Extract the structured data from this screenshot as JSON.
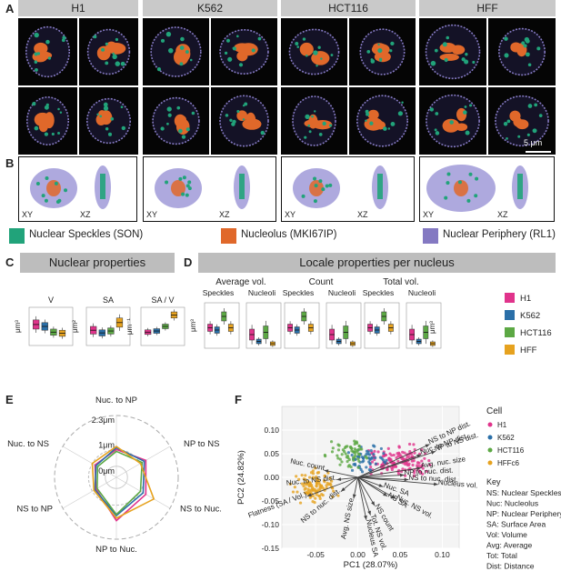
{
  "panels": {
    "a": "A",
    "b": "B",
    "c": "C",
    "d": "D",
    "e": "E",
    "f": "F"
  },
  "cells": [
    "H1",
    "K562",
    "HCT116",
    "HFF"
  ],
  "scale_bar": "5 μm",
  "views": {
    "xy": "XY",
    "xz": "XZ"
  },
  "legend": [
    {
      "label": "Nuclear Speckles (SON)",
      "color": "#21a37a"
    },
    {
      "label": "Nucleolus (MKI67IP)",
      "color": "#e0682a"
    },
    {
      "label": "Nuclear Periphery (RL1)",
      "color": "#8479c2"
    }
  ],
  "section_c": {
    "title": "Nuclear properties",
    "plots": [
      "V",
      "SA",
      "SA / V"
    ],
    "units": [
      "μm³",
      "μm²",
      "μm⁻¹"
    ]
  },
  "section_d": {
    "title": "Locale properties per nucleus",
    "groups": [
      "Average vol.",
      "Count",
      "Total vol."
    ],
    "subs": [
      "Speckles",
      "Nucleoli"
    ],
    "unit_avg": "μm³",
    "unit_tot": "μm³"
  },
  "cell_legend": [
    {
      "label": "H1",
      "color": "#e0338b"
    },
    {
      "label": "K562",
      "color": "#2a6fa8"
    },
    {
      "label": "HCT116",
      "color": "#5ca844"
    },
    {
      "label": "HFF",
      "color": "#e6a21f"
    }
  ],
  "radar": {
    "axes": [
      "Nuc. to NP",
      "NP to NS",
      "NS to Nuc.",
      "NP to Nuc.",
      "NS to NP",
      "Nuc. to NS"
    ],
    "ring_labels": [
      "2.3μm",
      "1μm",
      "0μm"
    ],
    "series": [
      {
        "name": "H1",
        "values": [
          0.45,
          0.55,
          0.55,
          0.7,
          0.38,
          0.4
        ]
      },
      {
        "name": "K562",
        "values": [
          0.48,
          0.52,
          0.5,
          0.62,
          0.4,
          0.38
        ]
      },
      {
        "name": "HCT116",
        "values": [
          0.42,
          0.48,
          0.45,
          0.6,
          0.36,
          0.35
        ]
      },
      {
        "name": "HFF",
        "values": [
          0.5,
          0.45,
          0.7,
          0.66,
          0.42,
          0.45
        ]
      }
    ]
  },
  "chart_data": {
    "type": "scatter",
    "xlabel": "PC1 (28.07%)",
    "ylabel": "PC2 (24.82%)",
    "xlim": [
      -0.09,
      0.12
    ],
    "ylim": [
      -0.15,
      0.15
    ],
    "xticks": [
      "-0.05",
      "0.00",
      "0.05",
      "0.10"
    ],
    "yticks": [
      "-0.15",
      "-0.10",
      "-0.05",
      "0.00",
      "0.05",
      "0.10"
    ],
    "legend_title": "Cell",
    "series": [
      {
        "name": "H1",
        "cx": 0.05,
        "cy": 0.035
      },
      {
        "name": "K562",
        "cx": 0.012,
        "cy": 0.04
      },
      {
        "name": "HCT116",
        "cx": -0.01,
        "cy": 0.05
      },
      {
        "name": "HFFc6",
        "cx": -0.05,
        "cy": -0.02
      }
    ],
    "loadings": [
      {
        "label": "NS to NP dist.",
        "x": 0.085,
        "y": 0.07
      },
      {
        "label": "NP to NS dist.",
        "x": 0.092,
        "y": 0.055
      },
      {
        "label": "Nuc. to NP dist.",
        "x": 0.075,
        "y": 0.048
      },
      {
        "label": "Avg. nuc. size",
        "x": 0.075,
        "y": 0.02
      },
      {
        "label": "NP to nuc. dist.",
        "x": 0.055,
        "y": 0.005
      },
      {
        "label": "NS to nuc. dist.",
        "x": 0.06,
        "y": -0.005
      },
      {
        "label": "Nucleus vol.",
        "x": 0.095,
        "y": -0.015
      },
      {
        "label": "Nuc. SA",
        "x": 0.03,
        "y": -0.02
      },
      {
        "label": "Nuc. NS vol.",
        "x": 0.045,
        "y": -0.045
      },
      {
        "label": "NS SA",
        "x": 0.035,
        "y": -0.04
      },
      {
        "label": "NS count",
        "x": 0.02,
        "y": -0.06
      },
      {
        "label": "Tot. NS vol.",
        "x": 0.015,
        "y": -0.08
      },
      {
        "label": "Nucleus SA",
        "x": 0.01,
        "y": -0.09
      },
      {
        "label": "Avg. NS size",
        "x": -0.005,
        "y": -0.045
      },
      {
        "label": "Nuc. count",
        "x": -0.04,
        "y": 0.015
      },
      {
        "label": "Nuc. to NS dist.",
        "x": -0.025,
        "y": -0.005
      },
      {
        "label": "NS to nuc. dist.",
        "x": -0.02,
        "y": -0.03
      },
      {
        "label": "Flatness (SA / Vol.)",
        "x": -0.06,
        "y": -0.04
      }
    ]
  },
  "key": {
    "title": "Key",
    "lines": [
      "NS: Nuclear Speckles",
      "Nuc: Nucleolus",
      "NP: Nuclear Periphery",
      "SA: Surface Area",
      "Vol: Volume",
      "Avg: Average",
      "Tot: Total",
      "Dist: Distance"
    ]
  }
}
